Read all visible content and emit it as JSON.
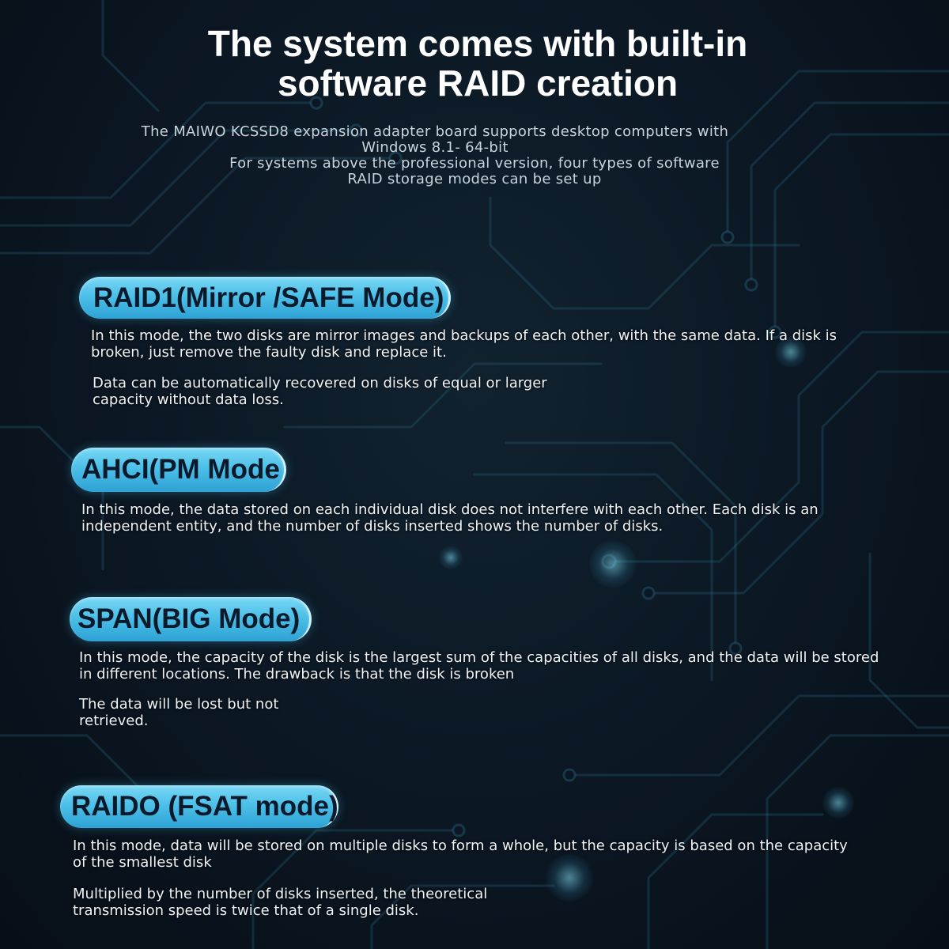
{
  "title": {
    "line1": "The system comes with built-in",
    "line2": "software RAID creation"
  },
  "subtitle": {
    "lines": [
      "The MAIWO KCSSD8 expansion adapter board supports desktop computers with",
      "Windows 8.1- 64-bit",
      "For systems above the professional version, four types of software",
      "RAID storage modes can be set up"
    ]
  },
  "modes": [
    {
      "label": "RAID1(Mirror /SAFE Mode)",
      "paragraphs": [
        [
          "In this mode, the two disks are mirror images and backups of each other, with the same data. If a disk is",
          "broken, just remove the faulty disk and replace it."
        ],
        [
          "Data can be automatically recovered on disks of equal or larger",
          "capacity without data loss."
        ]
      ]
    },
    {
      "label": "AHCI(PM Mode",
      "paragraphs": [
        [
          "In this mode, the data stored on each individual disk does not interfere with each other. Each disk is an",
          "independent entity, and the number of disks inserted shows the number of disks."
        ]
      ]
    },
    {
      "label": "SPAN(BIG Mode)",
      "paragraphs": [
        [
          "In this mode, the capacity of the disk is the largest sum of the capacities of all disks, and the data will be stored",
          "in different locations. The drawback is that the disk is broken"
        ],
        [
          "The data will be lost but not",
          "retrieved."
        ]
      ]
    },
    {
      "label": "RAIDO (FSAT mode)",
      "paragraphs": [
        [
          "In this mode, data will be stored on multiple disks to form a whole, but the capacity is based on the capacity",
          "of the smallest disk"
        ],
        [
          "Multiplied by the number of disks inserted, the theoretical",
          "transmission speed is twice that of a single disk."
        ]
      ]
    }
  ],
  "colors": {
    "background": "#0a1520",
    "circuit_trace": "#2e6f8a",
    "pill": "#4cc0e8",
    "pill_text": "#0b1a2b",
    "title_text": "#ffffff",
    "body_text": "#f0f4f7"
  }
}
